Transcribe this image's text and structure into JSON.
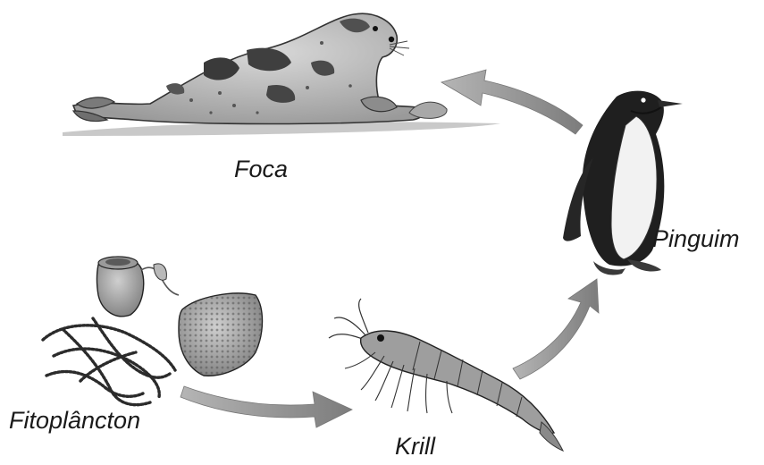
{
  "organisms": {
    "foca": "Foca",
    "pinguim": "Pinguim",
    "fitoplancton": "Fitoplâncton",
    "krill": "Krill"
  },
  "colors": {
    "arrow": "#8a8a8a",
    "ink": "#1a1a1a"
  }
}
